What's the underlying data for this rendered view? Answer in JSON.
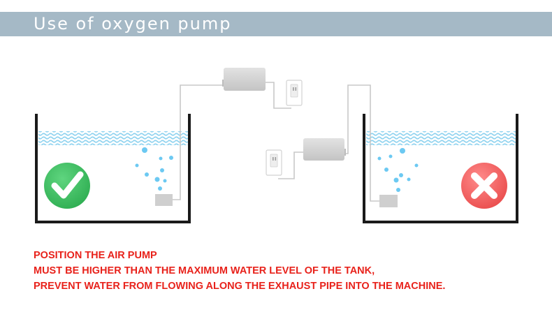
{
  "header": {
    "title": "Use of oxygen pump"
  },
  "notes": {
    "lines": [
      "POSITION THE AIR PUMP",
      "MUST BE HIGHER THAN THE MAXIMUM WATER LEVEL OF THE TANK,",
      "PREVENT WATER FROM FLOWING ALONG THE EXHAUST PIPE INTO THE MACHINE."
    ]
  },
  "icons": {
    "correct": "check-icon",
    "wrong": "cross-icon",
    "outlet": "power-outlet-icon",
    "pump": "air-pump-icon",
    "stone": "air-stone-icon"
  },
  "colors": {
    "header_bg": "#a5b9c6",
    "note_text": "#e8221b",
    "correct": "#3cbf62",
    "wrong": "#ef5a5a",
    "water_wave": "#8dd2ef",
    "bubble": "#6cc9f2",
    "tank": "#1a1a1a",
    "pump_body": "#d0d0d0"
  }
}
